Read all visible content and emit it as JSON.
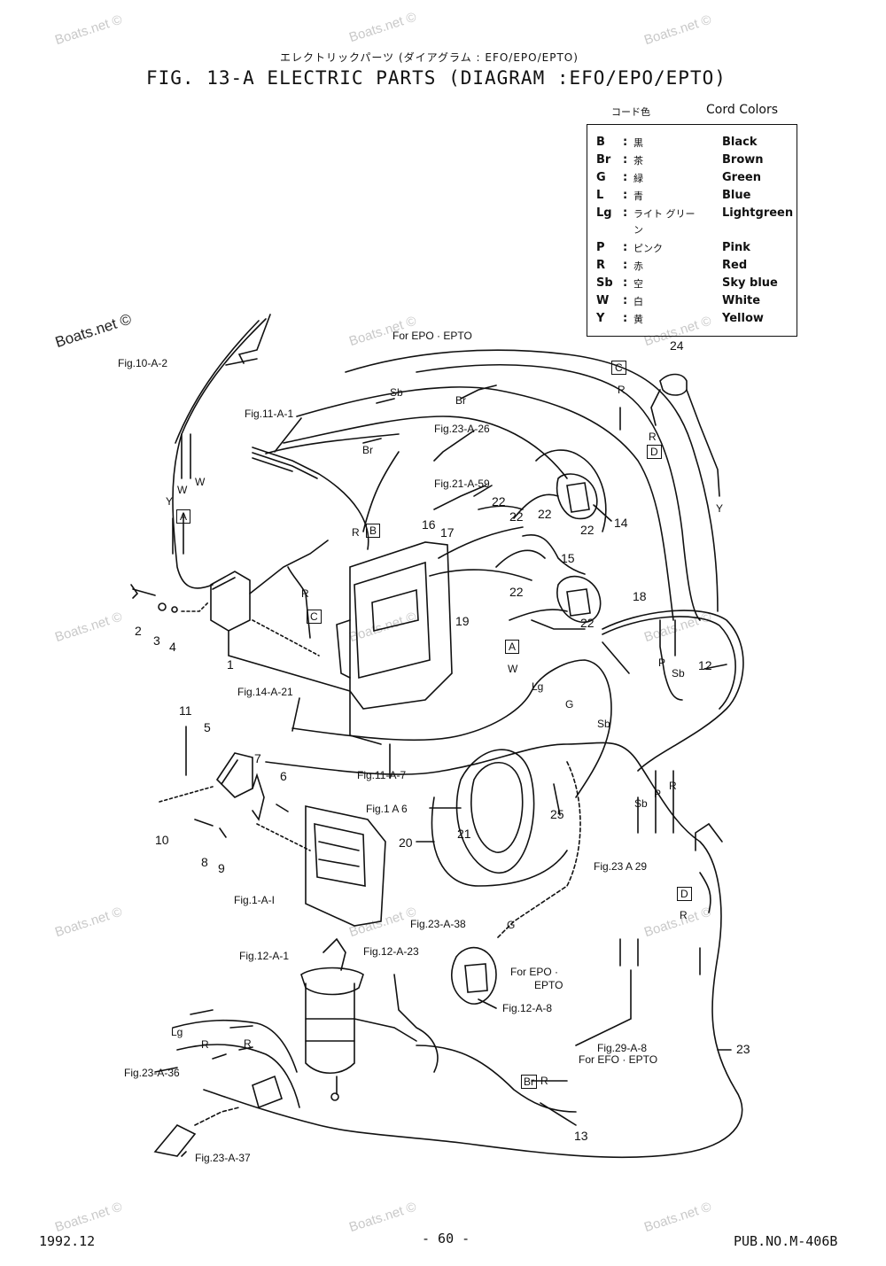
{
  "header": {
    "title_jp": "エレクトリックパーツ (ダイアグラム : EFO/EPO/EPTO)",
    "title": "FIG. 13-A ELECTRIC PARTS (DIAGRAM :EFO/EPO/EPTO)"
  },
  "legend": {
    "title_jp": "コード色",
    "title_en": "Cord Colors",
    "rows": [
      {
        "code": "B",
        "jp": "黒",
        "en": "Black"
      },
      {
        "code": "Br",
        "jp": "茶",
        "en": "Brown"
      },
      {
        "code": "G",
        "jp": "緑",
        "en": "Green"
      },
      {
        "code": "L",
        "jp": "青",
        "en": "Blue"
      },
      {
        "code": "Lg",
        "jp": "ライト グリーン",
        "en": "Lightgreen"
      },
      {
        "code": "P",
        "jp": "ピンク",
        "en": "Pink"
      },
      {
        "code": "R",
        "jp": "赤",
        "en": "Red"
      },
      {
        "code": "Sb",
        "jp": "空",
        "en": "Sky blue"
      },
      {
        "code": "W",
        "jp": "白",
        "en": "White"
      },
      {
        "code": "Y",
        "jp": "黄",
        "en": "Yellow"
      }
    ]
  },
  "watermark": "Boats.net ©",
  "callouts": {
    "for_epo_epto": "For EPO · EPTO",
    "fig10a2": "Fig.10-A-2",
    "fig11a1": "Fig.11-A-1",
    "fig23a26": "Fig.23-A-26",
    "fig21a59": "Fig.21-A-59",
    "fig14a21": "Fig.14-A-21",
    "fig11a7": "Fig.11-A-7",
    "fig1a6": "Fig.1 A 6",
    "fig1a1": "Fig.1-A-I",
    "fig23a38": "Fig.23-A-38",
    "fig12a1": "Fig.12-A-1",
    "fig12a23": "Fig.12-A-23",
    "fig12a8": "Fig.12-A-8",
    "for_epo_epto_2a": "For EPO ·",
    "for_epo_epto_2b": "EPTO",
    "fig23a29": "Fig.23 A 29",
    "fig29a8": "Fig.29-A-8",
    "for_efo_epto": "For EFO · EPTO",
    "fig23a36": "Fig.23-A-36",
    "fig23a37": "Fig.23-A-37"
  },
  "wire_codes": {
    "sb1": "Sb",
    "br1": "Br",
    "br2": "Br",
    "r_top": "R",
    "r_top2": "R",
    "y_right": "Y",
    "w1": "W",
    "w2": "W",
    "y_left": "Y",
    "r_b": "R",
    "r_c": "R",
    "w_a": "W",
    "lg_a": "Lg",
    "g_a": "G",
    "sb_a": "Sb",
    "p_right": "P",
    "sb_right": "Sb",
    "sb_mid": "Sb",
    "p_mid": "P",
    "r_mid": "R",
    "r_low": "R",
    "g_low": "G",
    "lg_bottom": "Lg",
    "r_bottom": "R",
    "r_bottom2": "R",
    "r_br": "R"
  },
  "boxed_letters": {
    "a1": "A",
    "b1": "B",
    "c1": "C",
    "c2": "C",
    "d1": "D",
    "a2": "A",
    "d2": "D",
    "br_box": "Br"
  },
  "part_numbers": {
    "n1": "1",
    "n2": "2",
    "n3": "3",
    "n4": "4",
    "n5": "5",
    "n6": "6",
    "n7": "7",
    "n8": "8",
    "n9": "9",
    "n10": "10",
    "n11": "11",
    "n12": "12",
    "n13": "13",
    "n14": "14",
    "n15": "15",
    "n16": "16",
    "n17": "17",
    "n18": "18",
    "n19": "19",
    "n20": "20",
    "n21": "21",
    "n22a": "22",
    "n22b": "22",
    "n22c": "22",
    "n22d": "22",
    "n22e": "22",
    "n22f": "22",
    "n23": "23",
    "n24": "24",
    "n25": "25"
  },
  "footer": {
    "date": "1992.12",
    "page": "- 60 -",
    "pub": "PUB.NO.M-406B"
  }
}
